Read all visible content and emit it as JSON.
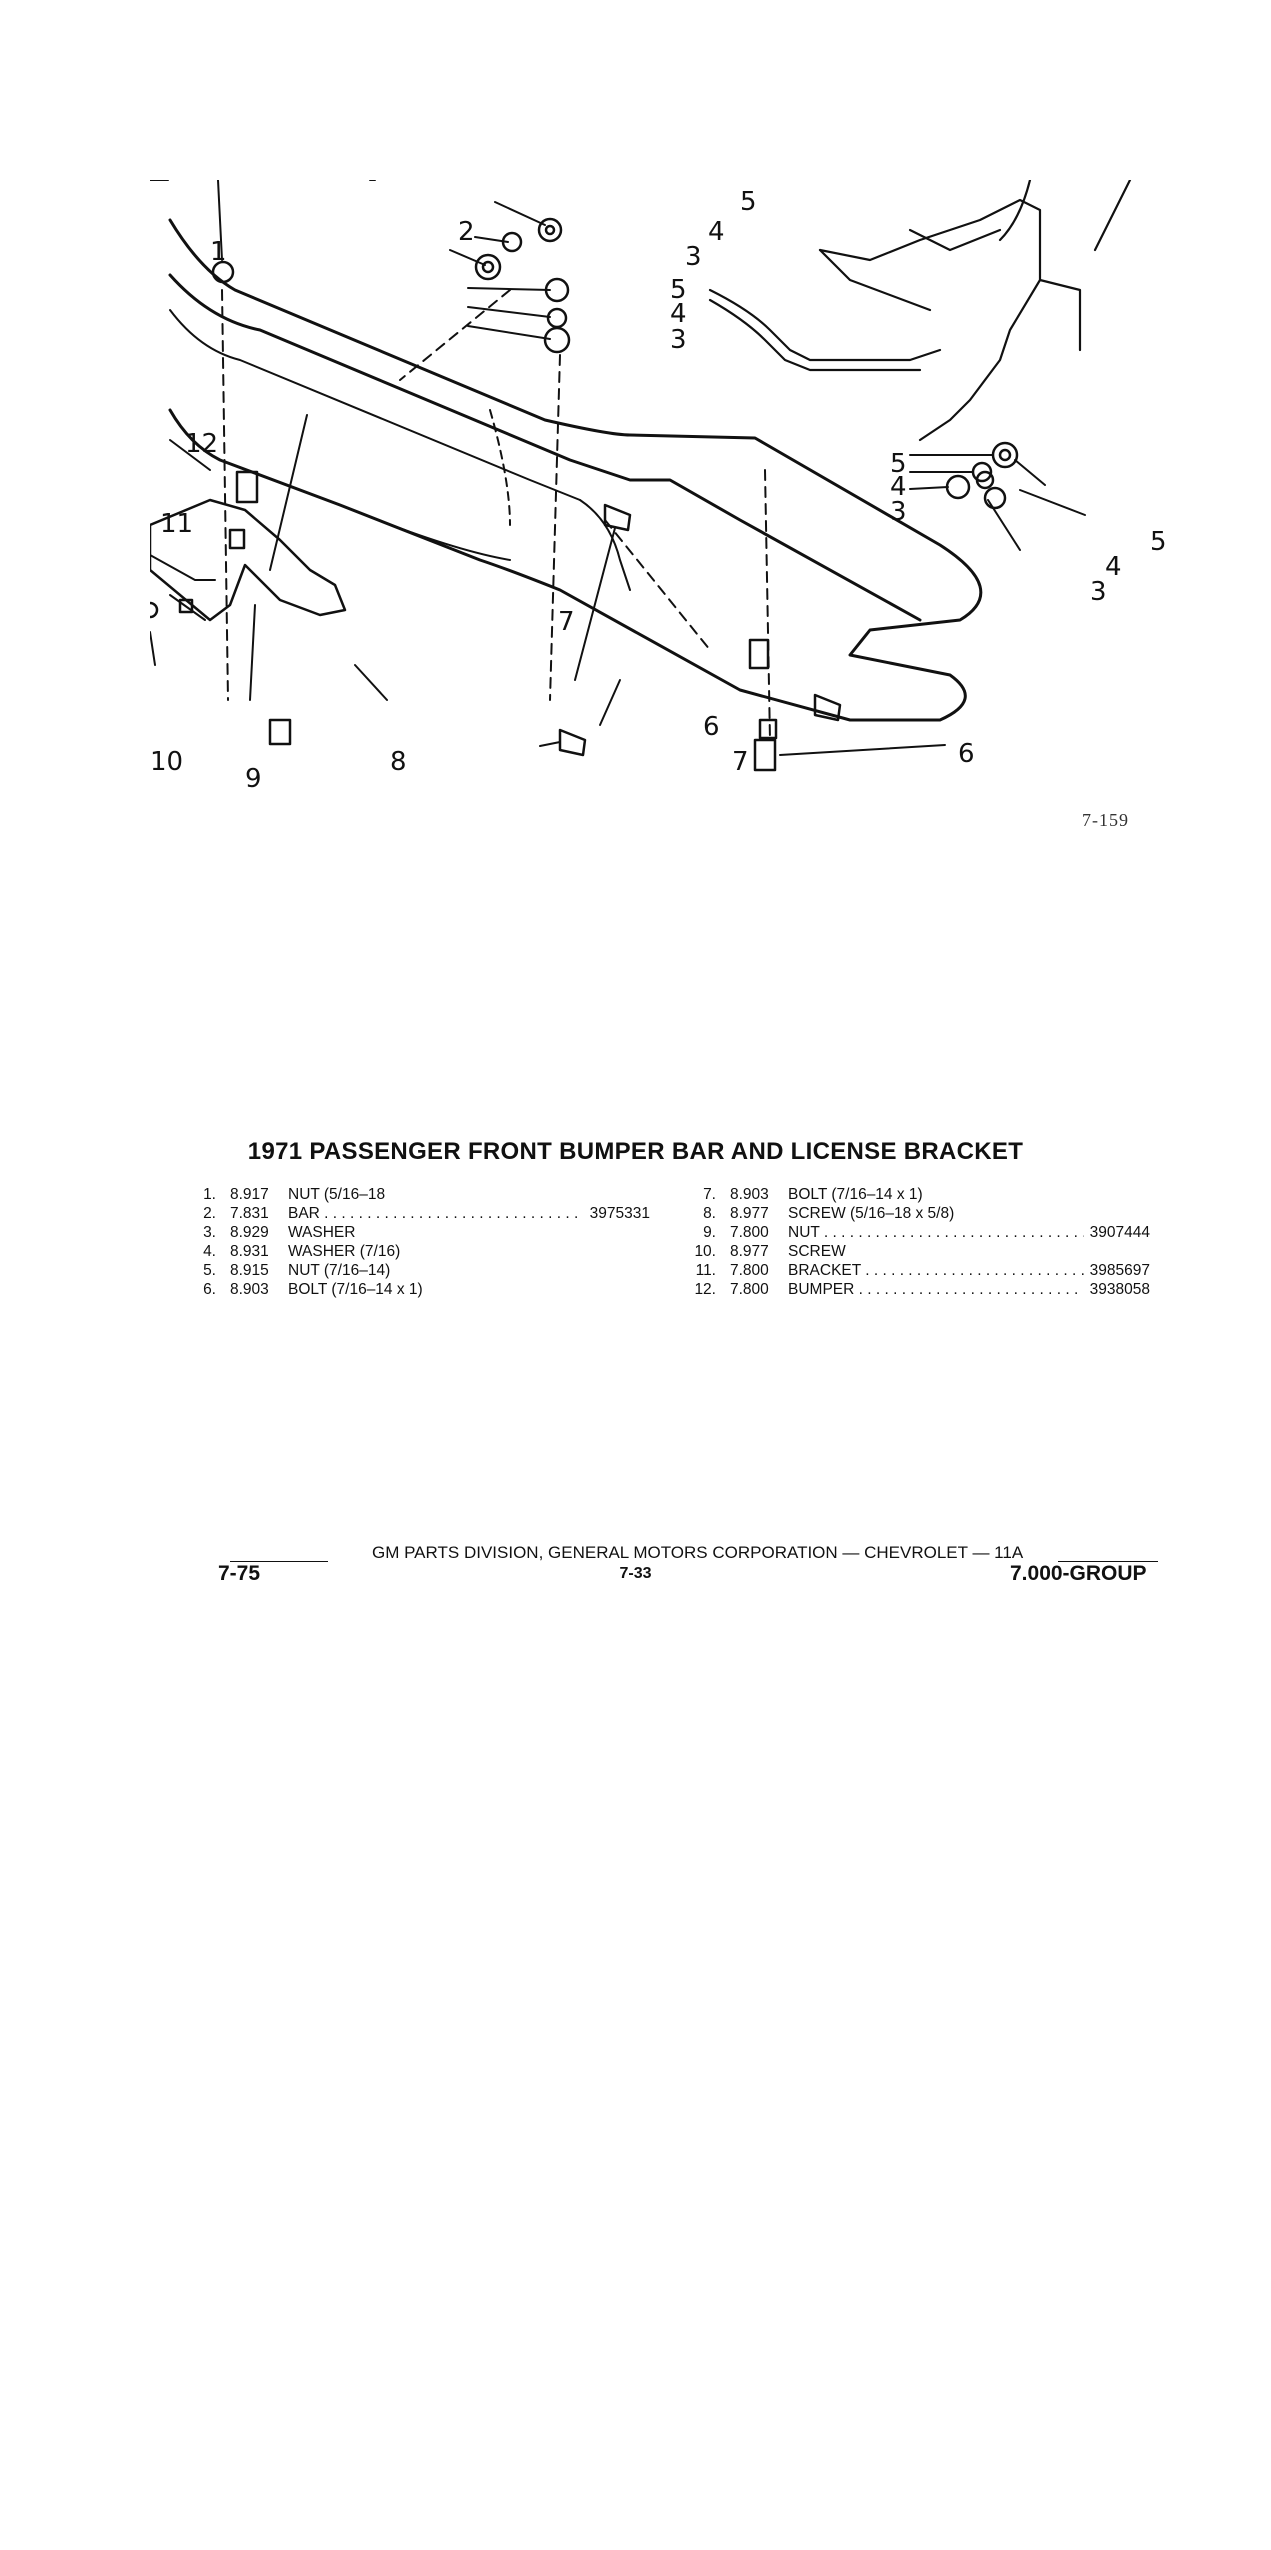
{
  "figure": {
    "number": "7-159",
    "callouts": {
      "c1": "1",
      "c2": "2",
      "c3a": "3",
      "c3b": "3",
      "c3c": "3",
      "c3d": "3",
      "c4a": "4",
      "c4b": "4",
      "c4c": "4",
      "c4d": "4",
      "c5a": "5",
      "c5b": "5",
      "c5c": "5",
      "c5d": "5",
      "c6a": "6",
      "c6b": "6",
      "c7a": "7",
      "c7b": "7",
      "c8": "8",
      "c9": "9",
      "c10": "10",
      "c11": "11",
      "c12": "12"
    }
  },
  "title": "1971 PASSENGER FRONT BUMPER BAR AND LICENSE BRACKET",
  "parts_left": [
    {
      "num": "1.",
      "code": "8.917",
      "desc": "NUT (5/16–18",
      "pn": ""
    },
    {
      "num": "2.",
      "code": "7.831",
      "desc": "BAR",
      "pn": "3975331"
    },
    {
      "num": "3.",
      "code": "8.929",
      "desc": "WASHER",
      "pn": ""
    },
    {
      "num": "4.",
      "code": "8.931",
      "desc": "WASHER (7/16)",
      "pn": ""
    },
    {
      "num": "5.",
      "code": "8.915",
      "desc": "NUT (7/16–14)",
      "pn": ""
    },
    {
      "num": "6.",
      "code": "8.903",
      "desc": "BOLT (7/16–14 x 1)",
      "pn": ""
    }
  ],
  "parts_right": [
    {
      "num": "7.",
      "code": "8.903",
      "desc": "BOLT (7/16–14 x 1)",
      "pn": ""
    },
    {
      "num": "8.",
      "code": "8.977",
      "desc": "SCREW (5/16–18 x 5/8)",
      "pn": ""
    },
    {
      "num": "9.",
      "code": "7.800",
      "desc": "NUT",
      "pn": "3907444"
    },
    {
      "num": "10.",
      "code": "8.977",
      "desc": "SCREW",
      "pn": ""
    },
    {
      "num": "11.",
      "code": "7.800",
      "desc": "BRACKET",
      "pn": "3985697"
    },
    {
      "num": "12.",
      "code": "7.800",
      "desc": "BUMPER",
      "pn": "3938058"
    }
  ],
  "footer": {
    "division": "GM PARTS DIVISION, GENERAL MOTORS CORPORATION — CHEVROLET — 11A",
    "left": "7-75",
    "center": "7-33",
    "right": "7.000-GROUP"
  }
}
